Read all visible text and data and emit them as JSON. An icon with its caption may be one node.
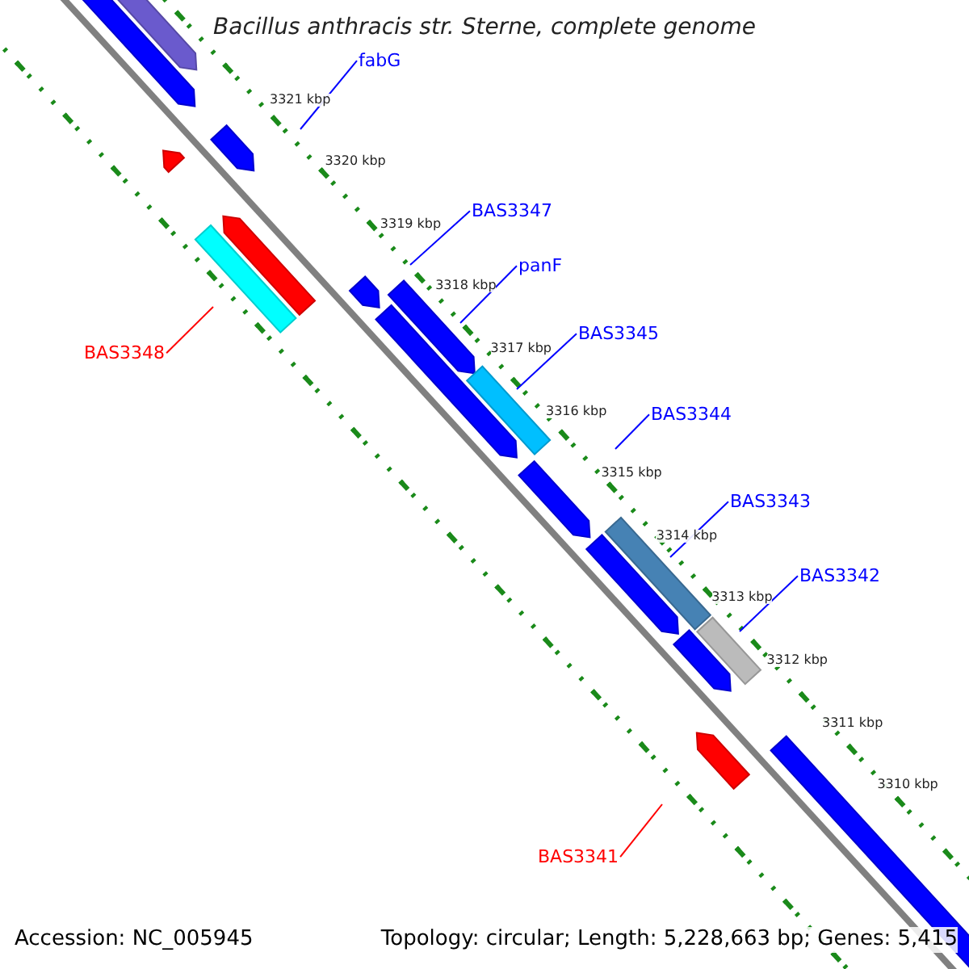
{
  "diagram": {
    "title": "Bacillus anthracis str. Sterne, complete genome",
    "nodes": [
      {
        "text": [
          "fabG"
        ]
      },
      {
        "text": [
          "BAS3347"
        ]
      },
      {
        "text": [
          "panF"
        ]
      },
      {
        "text": [
          "BAS3345"
        ]
      },
      {
        "text": [
          "BAS3348"
        ]
      },
      {
        "text": [
          "BAS3344"
        ]
      },
      {
        "text": [
          "BAS3343"
        ]
      },
      {
        "text": [
          "BAS3342"
        ]
      },
      {
        "text": [
          "BAS3341"
        ]
      }
    ],
    "edges": [
      {
        "from": 0,
        "to": null,
        "arrow": "none"
      },
      {
        "from": 1,
        "to": null,
        "arrow": "none"
      },
      {
        "from": 2,
        "to": null,
        "arrow": "none"
      },
      {
        "from": 3,
        "to": null,
        "arrow": "none"
      },
      {
        "from": 4,
        "to": null,
        "arrow": "none",
        "color": "#ff0000"
      },
      {
        "from": 5,
        "to": null,
        "arrow": "none"
      },
      {
        "from": 6,
        "to": null,
        "arrow": "none"
      },
      {
        "from": 7,
        "to": null,
        "arrow": "none"
      },
      {
        "from": 8,
        "to": null,
        "arrow": "none",
        "color": "#ff0000"
      }
    ],
    "labels": [
      "3321 kbp",
      "3320 kbp",
      "3319 kbp",
      "3318 kbp",
      "3317 kbp",
      "3316 kbp",
      "3315 kbp",
      "3314 kbp",
      "3313 kbp",
      "3312 kbp",
      "3311 kbp",
      "3310 kbp",
      "Accession: NC_005945",
      "Topology: circular; Length: 5,228,663 bp; Genes: 5,415"
    ]
  }
}
